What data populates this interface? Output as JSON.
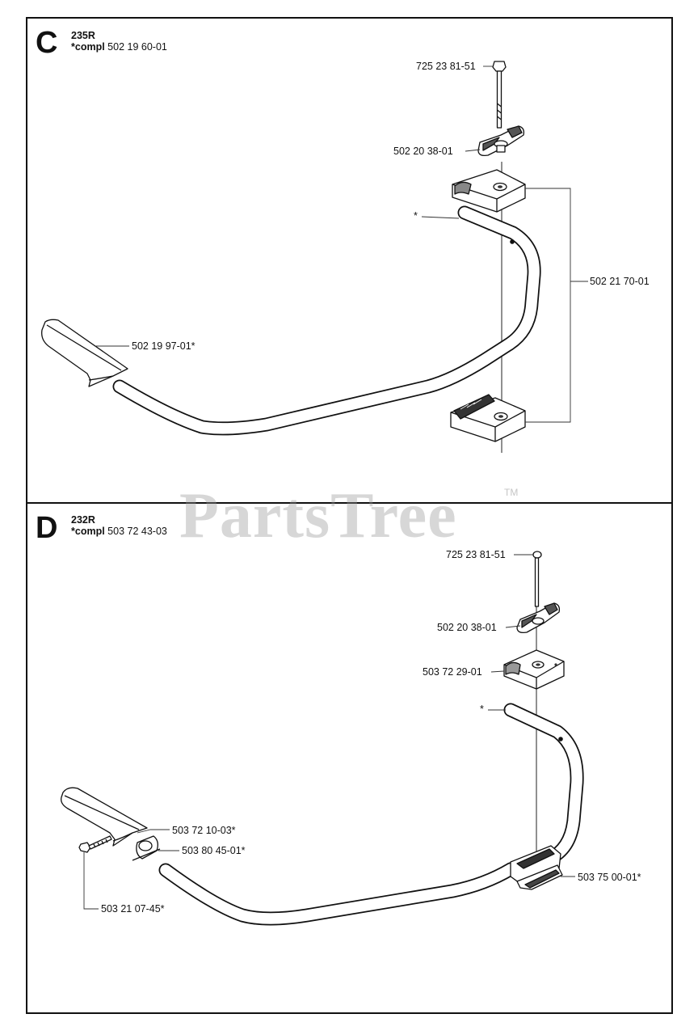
{
  "watermark": {
    "text": "PartsTree",
    "tm": "TM"
  },
  "sections": [
    {
      "letter": "C",
      "model": "235R",
      "compl_prefix": "*compl",
      "compl_number": "502 19 60-01",
      "labels": {
        "bolt": "725 23 81-51",
        "knob": "502 20 38-01",
        "bracket_set": "502 21 70-01",
        "handle_star": "*",
        "grip": "502 19 97-01*"
      }
    },
    {
      "letter": "D",
      "model": "232R",
      "compl_prefix": "*compl",
      "compl_number": "503 72 43-03",
      "labels": {
        "bolt": "725 23 81-51",
        "knob": "502 20 38-01",
        "bracket_top": "503 72 29-01",
        "handle_star": "*",
        "grip": "503 72 10-03*",
        "sleeve": "503 80 45-01*",
        "screw": "503 21 07-45*",
        "bracket_bottom": "503 75 00-01*"
      }
    }
  ]
}
